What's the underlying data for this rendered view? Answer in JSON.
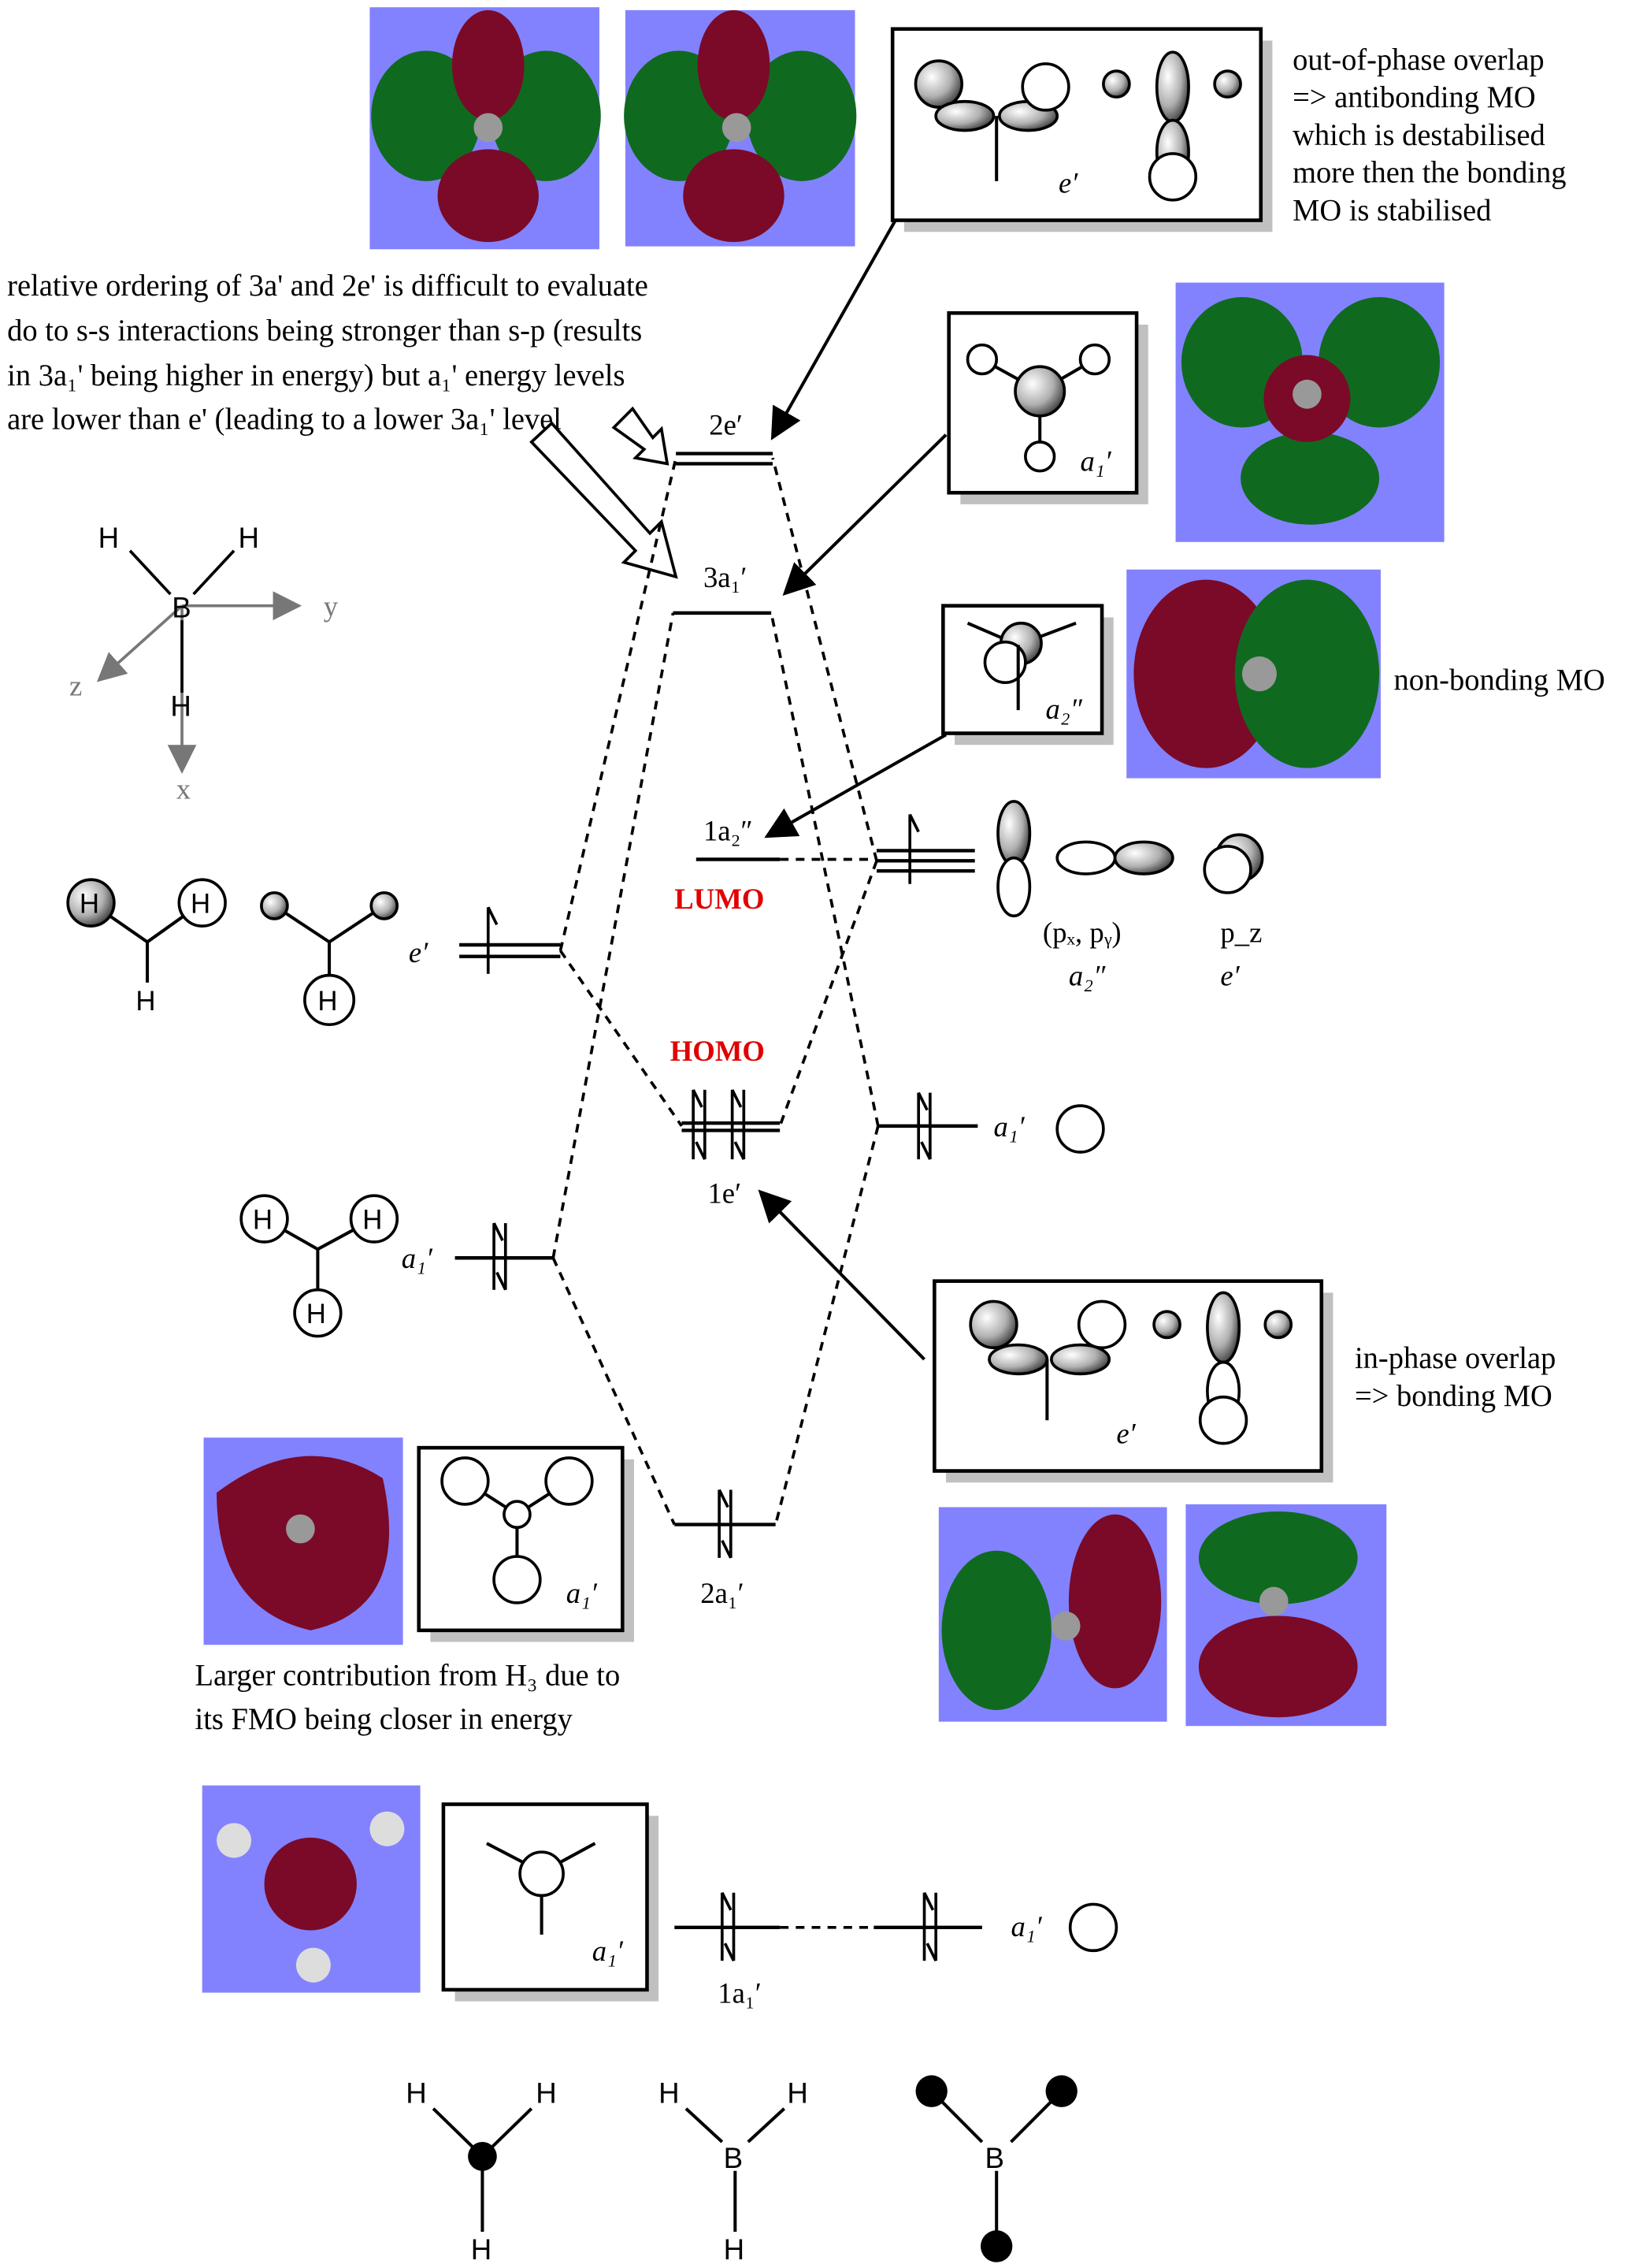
{
  "notes": {
    "antibonding": [
      "out-of-phase overlap",
      "=> antibonding MO",
      "which is destabilised",
      "more then the bonding",
      "MO is stabilised"
    ],
    "ordering": [
      "relative ordering of 3a' and 2e' is difficult to evaluate",
      "do to s-s interactions being stronger than s-p (results",
      "in 3a₁' being higher in energy) but a₁' energy levels",
      "are lower than e' (leading to a lower 3a₁' level"
    ],
    "nonbonding": "non-bonding MO",
    "bonding": [
      "in-phase overlap",
      "=> bonding MO"
    ],
    "h3_contribution": [
      "Larger contribution from H₃ due to",
      "its FMO being closer in energy"
    ]
  },
  "levels": {
    "e2": "2e′",
    "a1_3": "3a₁′",
    "a2_1": "1a₂″",
    "e1": "1e′",
    "a1_2": "2a₁′",
    "a1_1": "1a₁′",
    "lumo": "LUMO",
    "homo": "HOMO"
  },
  "fragments": {
    "h3_e": "e′",
    "h3_a1": "a₁′",
    "b_a1_valence": "a₁′",
    "b_a1_core": "a₁′",
    "b_p_xy": "(pₓ, pᵧ)",
    "b_p_xy_sym": "a₂″",
    "b_pz": "p_z",
    "b_pz_sym": "e′"
  },
  "boxes": {
    "top_e": "e′",
    "a1_upper": "a₁′",
    "a2": "a₂″",
    "bottom_e": "e′",
    "a1_lower": "a₁′",
    "a1_core": "a₁′"
  },
  "axes": {
    "y": "y",
    "z": "z",
    "x": "x",
    "B": "B",
    "H": "H"
  },
  "bottom_molecules": {
    "H": "H",
    "B": "B"
  },
  "colors": {
    "lumo_homo": "#e00000",
    "mo_background": "#8282ff",
    "phase_red": "#7a0a28",
    "phase_green": "#0f6a1f"
  }
}
